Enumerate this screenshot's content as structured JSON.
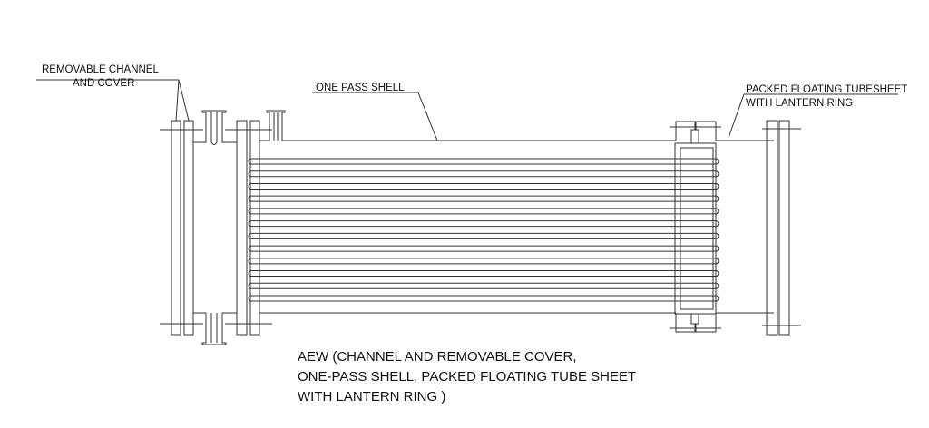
{
  "labels": {
    "channel_line1": "REMOVABLE CHANNEL",
    "channel_line2": "AND COVER",
    "shell": "ONE PASS SHELL",
    "floating_line1": "PACKED FLOATING TUBESHEET",
    "floating_line2": "WITH LANTERN RING"
  },
  "caption": {
    "line1": "AEW (CHANNEL AND REMOVABLE COVER,",
    "line2": "ONE-PASS SHELL, PACKED FLOATING TUBE SHEET",
    "line3": "WITH LANTERN RING )"
  },
  "tube_count": 12
}
